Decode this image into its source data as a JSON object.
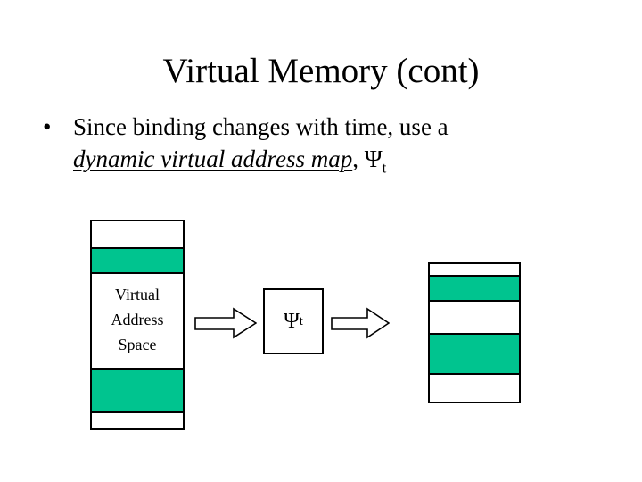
{
  "slide": {
    "title": "Virtual Memory (cont)",
    "bullet_marker": "•",
    "bullet_line1": "Since binding changes with time, use a",
    "bullet_line2_emphasis": "dynamic virtual address map",
    "bullet_line2_tail": ", ",
    "map_symbol": "Ψ",
    "map_symbol_subscript": "t"
  },
  "diagram": {
    "virtual_address_space": {
      "label_line1": "Virtual",
      "label_line2": "Address",
      "label_line3": "Space"
    },
    "mapping_box": {
      "symbol": "Ψ",
      "subscript": "t"
    },
    "arrow_1": "arrow-right",
    "arrow_2": "arrow-right"
  },
  "colors": {
    "allocated_block": "#00c48f",
    "free_block": "#ffffff",
    "outline": "#000000",
    "text": "#000000",
    "background": "#ffffff"
  }
}
